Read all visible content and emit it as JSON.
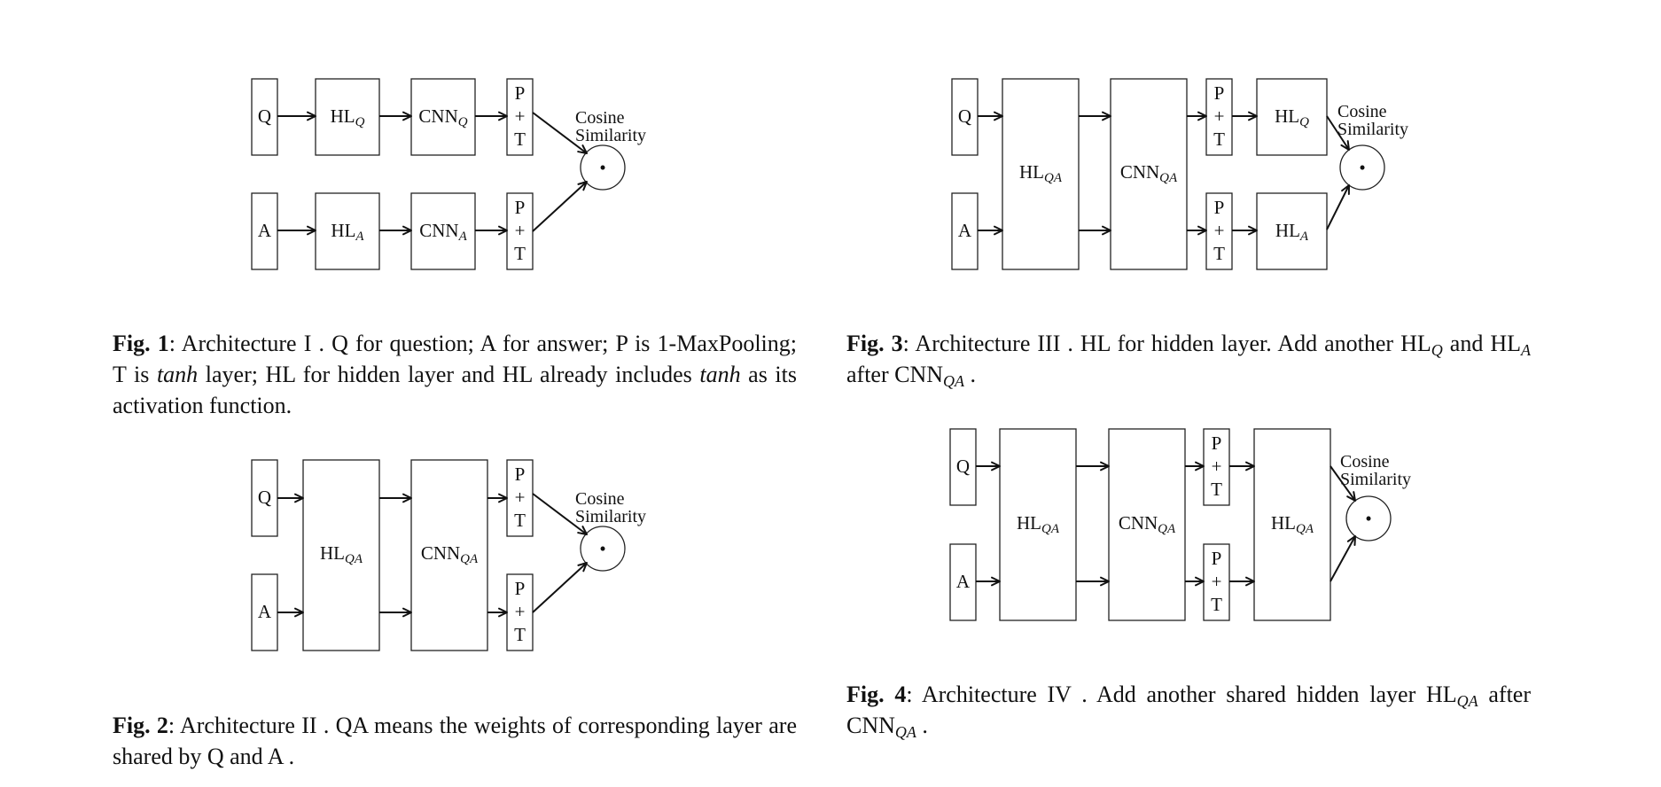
{
  "diagrams": {
    "fig1": {
      "q": "Q",
      "a": "A",
      "hl_q": {
        "base": "HL",
        "sub": "Q"
      },
      "hl_a": {
        "base": "HL",
        "sub": "A"
      },
      "cnn_q": {
        "base": "CNN",
        "sub": "Q"
      },
      "cnn_a": {
        "base": "CNN",
        "sub": "A"
      },
      "pt": [
        "P",
        "+",
        "T"
      ],
      "cosine": [
        "Cosine",
        "Similarity"
      ],
      "dot": "•"
    },
    "fig2": {
      "q": "Q",
      "a": "A",
      "hl_qa": {
        "base": "HL",
        "sub": "QA"
      },
      "cnn_qa": {
        "base": "CNN",
        "sub": "QA"
      },
      "pt": [
        "P",
        "+",
        "T"
      ],
      "cosine": [
        "Cosine",
        "Similarity"
      ],
      "dot": "•"
    },
    "fig3": {
      "q": "Q",
      "a": "A",
      "hl_qa": {
        "base": "HL",
        "sub": "QA"
      },
      "cnn_qa": {
        "base": "CNN",
        "sub": "QA"
      },
      "hl_q": {
        "base": "HL",
        "sub": "Q"
      },
      "hl_a": {
        "base": "HL",
        "sub": "A"
      },
      "pt": [
        "P",
        "+",
        "T"
      ],
      "cosine": [
        "Cosine",
        "Similarity"
      ],
      "dot": "•"
    },
    "fig4": {
      "q": "Q",
      "a": "A",
      "hl_qa": {
        "base": "HL",
        "sub": "QA"
      },
      "cnn_qa": {
        "base": "CNN",
        "sub": "QA"
      },
      "hl_qa2": {
        "base": "HL",
        "sub": "QA"
      },
      "pt": [
        "P",
        "+",
        "T"
      ],
      "cosine": [
        "Cosine",
        "Similarity"
      ],
      "dot": "•"
    }
  },
  "captions": {
    "fig1": {
      "label": "Fig. 1",
      "p1": ":  Architecture I .  Q for question;  A for answer;  P is 1-MaxPooling; T is ",
      "tanh1": "tanh",
      "p2": " layer; HL for hidden layer and HL already includes ",
      "tanh2": "tanh",
      "p3": " as its activation function."
    },
    "fig2": {
      "label": "Fig. 2",
      "text": ":  Architecture II .  QA means the weights of corresponding layer are shared by Q and A ."
    },
    "fig3": {
      "label": "Fig. 3",
      "p1": ": Architecture III . HL for hidden layer. Add another HL",
      "s1": "Q",
      "p2": " and HL",
      "s2": "A",
      "p3": " after CNN",
      "s3": "QA",
      "p4": " ."
    },
    "fig4": {
      "label": "Fig. 4",
      "p1": ":  Architecture IV .  Add another shared hidden layer HL",
      "s1": "QA",
      "p2": " after CNN",
      "s2": "QA",
      "p3": " ."
    }
  }
}
